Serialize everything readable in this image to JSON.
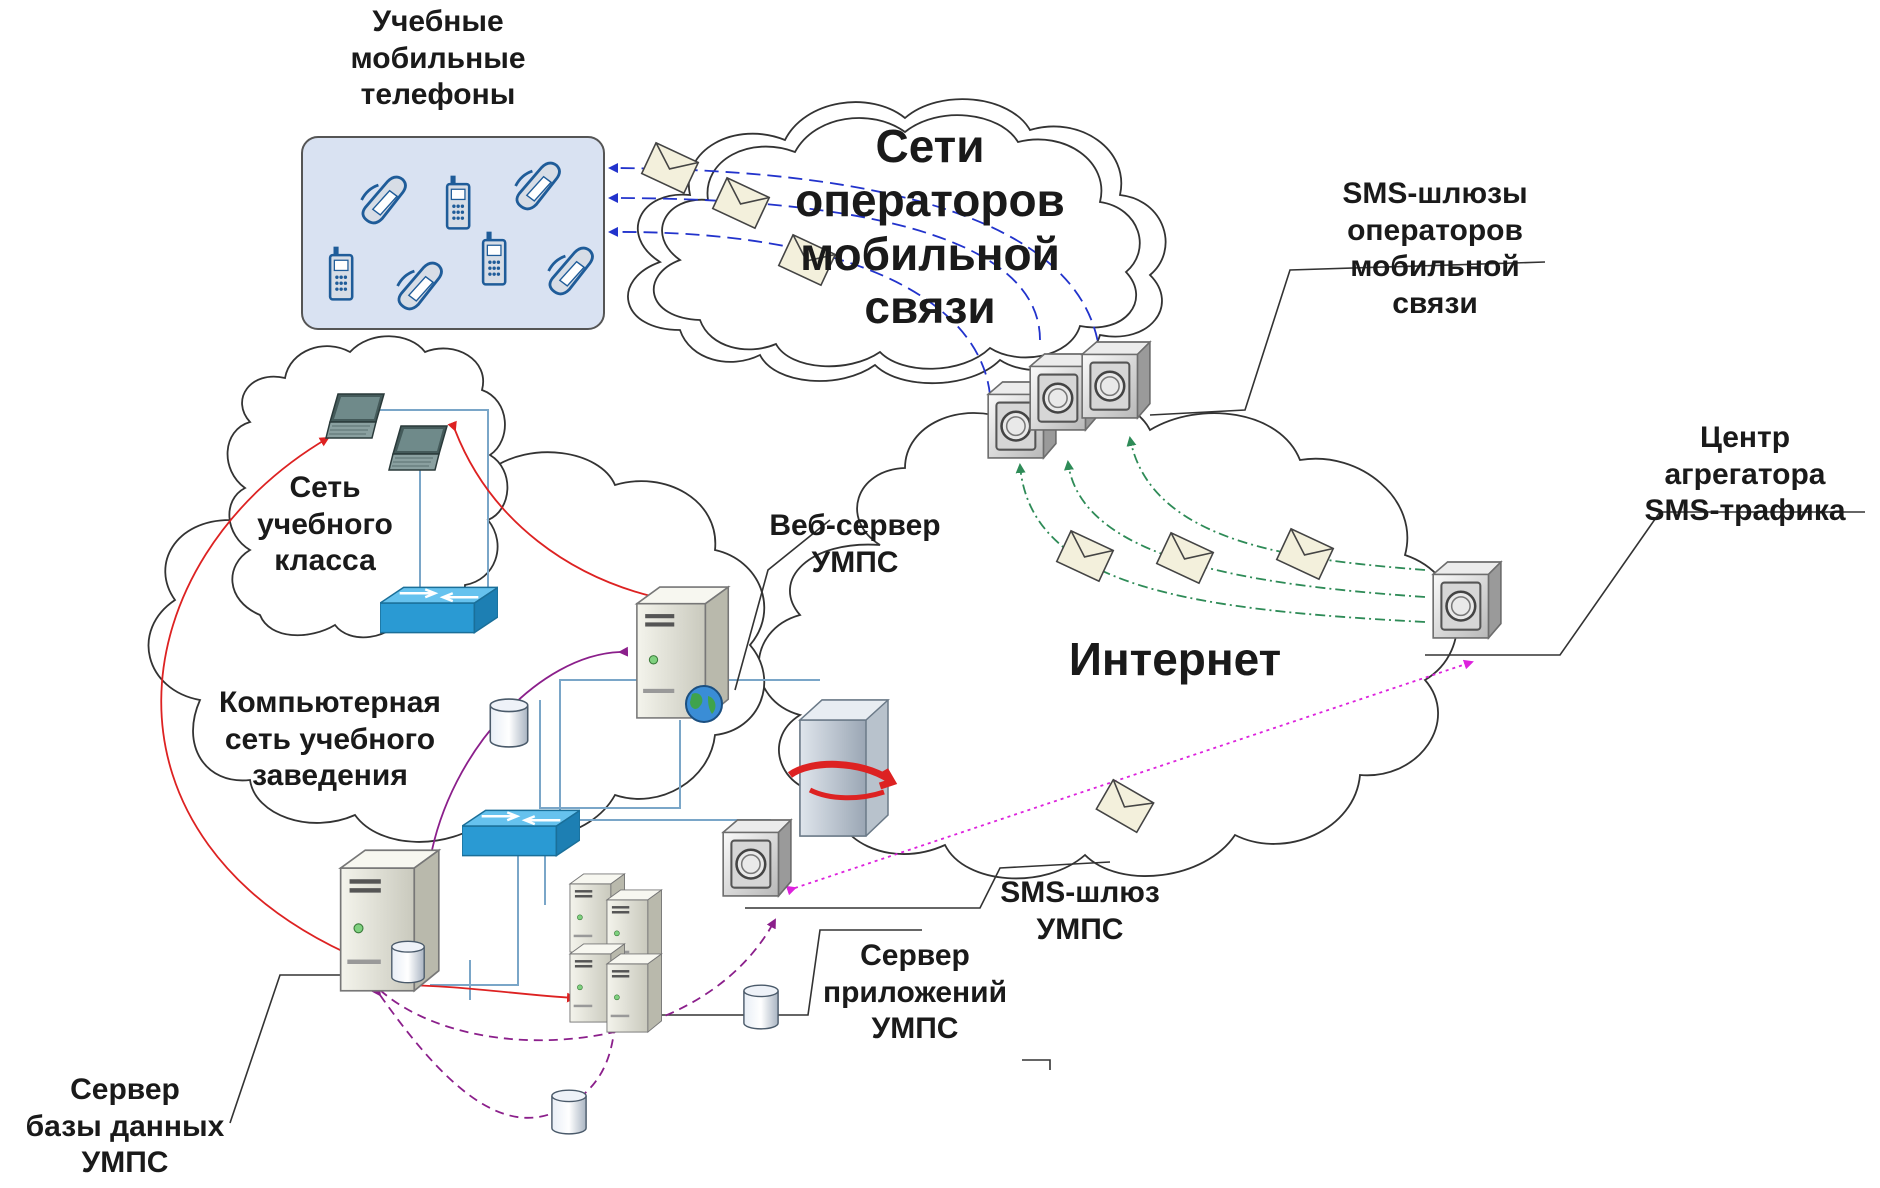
{
  "labels": {
    "phones": "Учебные\nмобильные\nтелефоны",
    "operator_networks": "Сети\nоператоров\nмобильной\nсвязи",
    "operator_gateways": "SMS-шлюзы\nоператоров\nмобильной\nсвязи",
    "aggregator": "Центр\nагрегатора\nSMS-трафика",
    "internet": "Интернет",
    "class_network": "Сеть\nучебного\nкласса",
    "web_server": "Веб-сервер\nУМПС",
    "campus_network": "Компьютерная\nсеть учебного\nзаведения",
    "sms_gateway": "SMS-шлюз\nУМПС",
    "app_server": "Сервер\nприложений\nУМПС",
    "db_server": "Сервер\nбазы данных\nУМПС"
  },
  "colors": {
    "cloud_stroke": "#333333",
    "phone_panel": "#d9e2f2",
    "sms_down": "#2233cc",
    "sms_up": "#2e8b57",
    "sms_internal": "#dd22dd",
    "http": "#dd2222",
    "db": "#8b1f8b",
    "device_blue": "#1f5c99",
    "switch": "#29a3d9",
    "link": "#7aa6c8"
  },
  "icons": {
    "phones": "mobile-phone-icon",
    "gateway": "sms-gateway-icon",
    "server": "tower-server-icon",
    "switch": "network-switch-icon",
    "laptop": "laptop-icon",
    "database": "database-cylinder-icon",
    "sms": "sms-envelope-icon",
    "globe": "globe-icon",
    "firewall": "firewall-icon"
  }
}
